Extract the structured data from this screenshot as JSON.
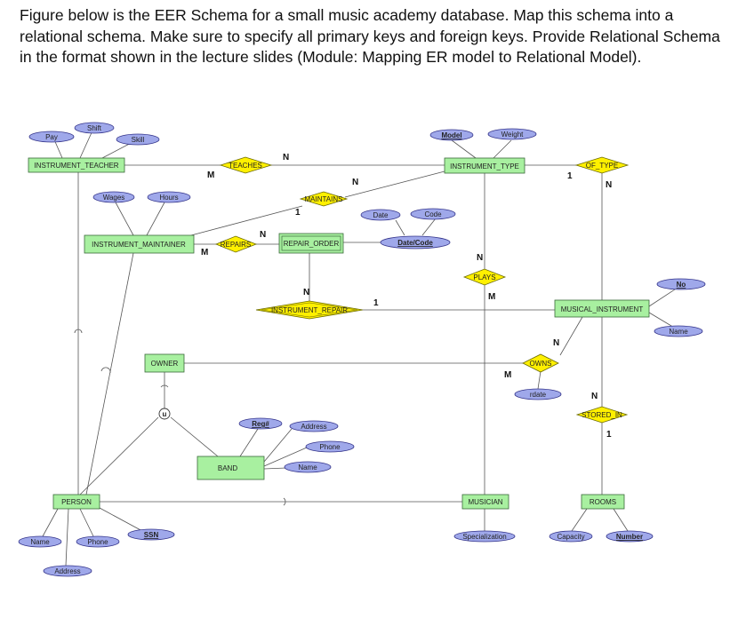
{
  "question": "Figure below is the EER Schema for a small music academy database. Map this schema into a relational schema. Make sure to specify all primary keys and foreign keys. Provide Relational Schema in the format shown in the lecture slides (Module: Mapping ER model to Relational Model).",
  "entities": {
    "instrument_teacher": "INSTRUMENT_TEACHER",
    "instrument_type": "INSTRUMENT_TYPE",
    "instrument_maintainer": "INSTRUMENT_MAINTAINER",
    "repair_order": "REPAIR_ORDER",
    "musical_instrument": "MUSICAL_INSTRUMENT",
    "owner": "OWNER",
    "band": "BAND",
    "person": "PERSON",
    "musician": "MUSICIAN",
    "rooms": "ROOMS"
  },
  "relationships": {
    "teaches": "TEACHES",
    "maintains": "MAINTAINS",
    "of_type": "OF_TYPE",
    "repairs": "REPAIRS",
    "plays": "PLAYS",
    "instrument_repair": "INSTRUMENT_REPAIR",
    "owns": "OWNS",
    "stored_in": "STORED_IN"
  },
  "attributes": {
    "pay": "Pay",
    "shift": "Shift",
    "skill": "Skill",
    "wages": "Wages",
    "hours": "Hours",
    "model": "Model",
    "weight": "Weight",
    "date": "Date",
    "code": "Code",
    "date_code": "Date/Code",
    "no": "No",
    "name_mi": "Name",
    "rdate": "rdate",
    "reg": "Reg#",
    "band_address": "Address",
    "band_phone": "Phone",
    "band_name": "Name",
    "ssn": "SSN",
    "person_name": "Name",
    "person_phone": "Phone",
    "person_address": "Address",
    "specialization": "Specialization",
    "capacity": "Capacity",
    "number": "Number"
  },
  "union_symbol": "u",
  "cardinalities": {
    "teaches_m": "M",
    "teaches_n": "N",
    "maintains_n": "N",
    "maintains_1": "1",
    "of_type_1": "1",
    "of_type_n": "N",
    "repairs_m": "M",
    "repairs_n": "N",
    "instrument_repair_n": "N",
    "instrument_repair_1": "1",
    "plays_n": "N",
    "plays_m": "M",
    "owns_n": "N",
    "owns_m": "M",
    "stored_in_n": "N",
    "stored_in_1": "1"
  },
  "colors": {
    "entity": "#a8f0a0",
    "relationship": "#fff000",
    "attribute": "#9fa8ea"
  }
}
